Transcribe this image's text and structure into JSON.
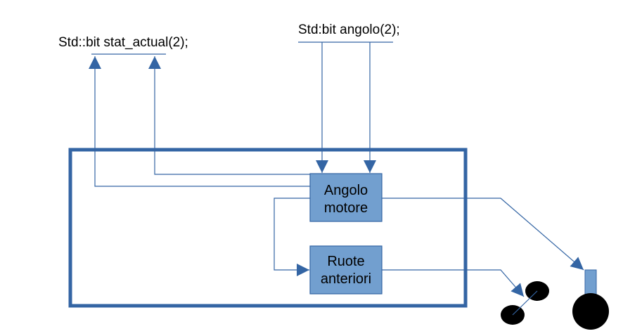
{
  "signals": {
    "stat_actual": "Std::bit stat_actual(2);",
    "angolo": "Std:bit angolo(2);"
  },
  "blocks": {
    "angolo_motore": {
      "line1": "Angolo",
      "line2": "motore"
    },
    "ruote_anteriori": {
      "line1": "Ruote",
      "line2": "anteriori"
    }
  },
  "colors": {
    "line": "#3465a4",
    "block_fill": "#729fcf",
    "frame": "#3465a4",
    "shape": "#000000"
  }
}
